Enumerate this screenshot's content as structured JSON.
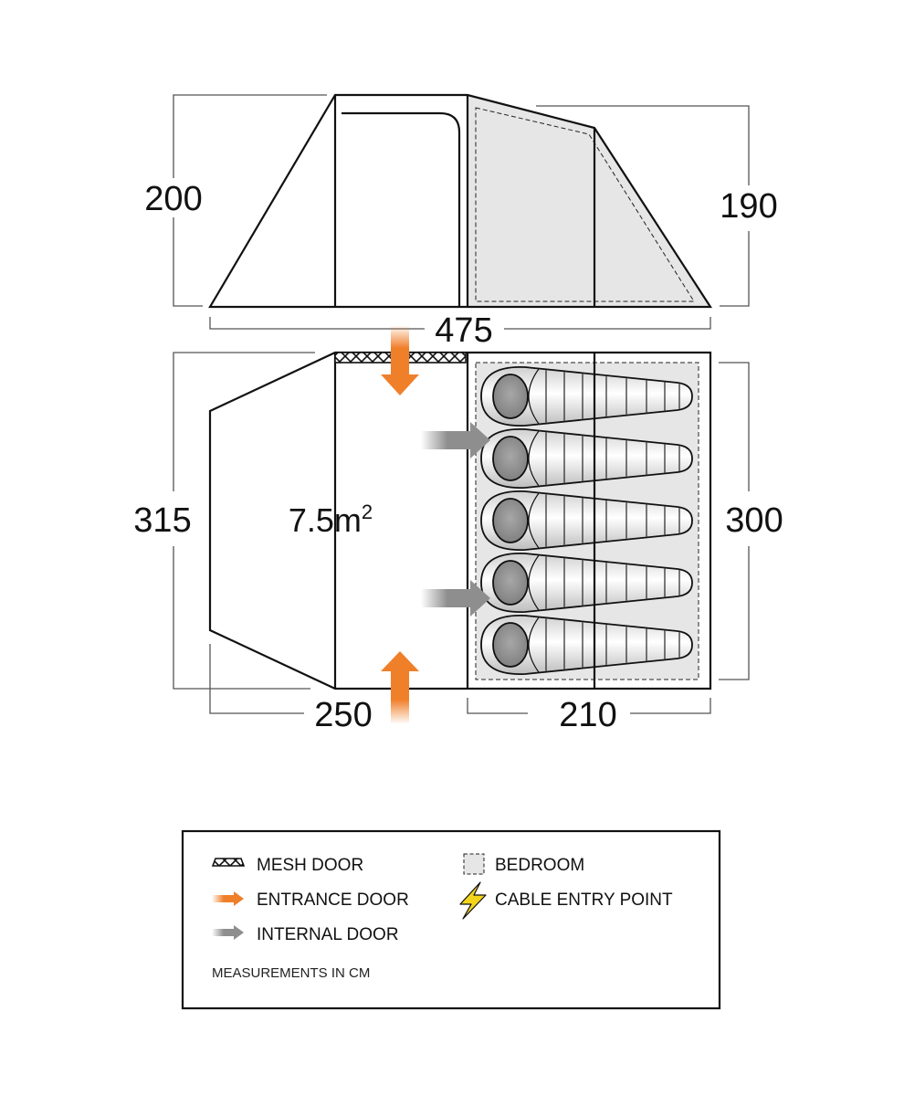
{
  "dimensions": {
    "side_left_height": "200",
    "side_right_height": "190",
    "total_length": "475",
    "floor_left_width": "315",
    "floor_right_width": "300",
    "porch_length": "250",
    "bedroom_length": "210"
  },
  "living_area": {
    "value": "7.5m",
    "superscript": "2"
  },
  "legend": {
    "mesh_door": "MESH DOOR",
    "entrance_door": "ENTRANCE DOOR",
    "internal_door": "INTERNAL DOOR",
    "bedroom": "BEDROOM",
    "cable_entry_point": "CABLE ENTRY POINT",
    "note": "MEASUREMENTS IN CM"
  },
  "colors": {
    "outline": "#111111",
    "bedroom_fill": "#e6e6e6",
    "entrance_arrow": "#f07f2a",
    "internal_arrow": "#8e8e8e",
    "cable_bolt": "#f2d51b",
    "dimension_line": "#555555"
  },
  "icons": {
    "mesh_door": "mesh-door-icon",
    "entrance_door": "entrance-arrow-icon",
    "internal_door": "internal-arrow-icon",
    "bedroom": "bedroom-swatch-icon",
    "cable_entry_point": "lightning-bolt-icon"
  },
  "sleeping_bags": 5
}
